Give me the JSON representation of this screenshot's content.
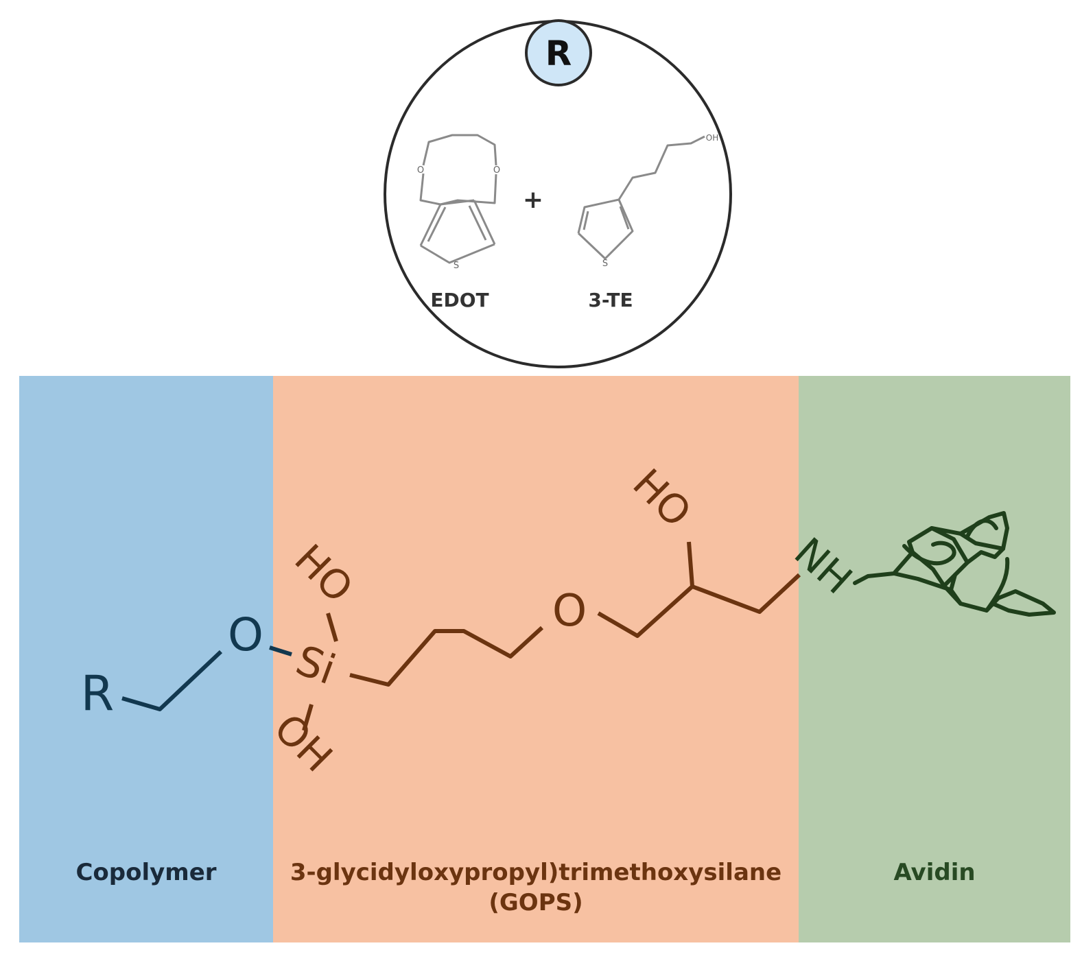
{
  "inset": {
    "badge": "R",
    "monomer_1": "EDOT",
    "monomer_2": "3-TE",
    "plus": "+",
    "edot_atoms": {
      "o_left": "O",
      "o_right": "O",
      "s": "S"
    },
    "te_atoms": {
      "s": "S",
      "oh": "OH"
    }
  },
  "panels": {
    "copolymer": {
      "label": "Copolymer",
      "color": "#9fc7e3"
    },
    "gops": {
      "label_line1": "3-glycidyloxypropyl)trimethoxysilane",
      "label_line2": "(GOPS)",
      "color": "#f7c1a2"
    },
    "avidin": {
      "label": "Avidin",
      "color": "#b6ccad"
    }
  },
  "structure": {
    "r_group": "R",
    "ether_o_copolymer": "O",
    "silicon": "Si",
    "si_oh_top": "HO",
    "si_oh_bottom": "OH",
    "ether_o_gops": "O",
    "hydroxyl": "HO",
    "amine": "NH"
  }
}
